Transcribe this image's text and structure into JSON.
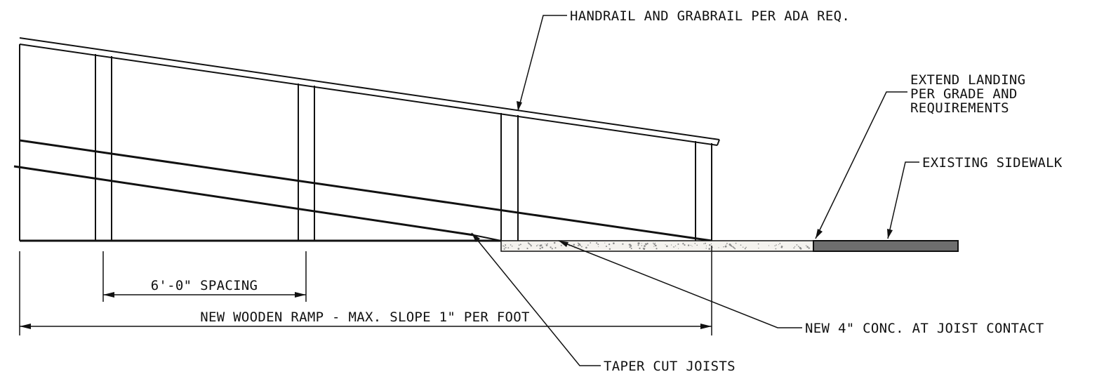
{
  "labels": {
    "handrail": "HANDRAIL AND GRABRAIL PER ADA REQ.",
    "landing_1": "EXTEND LANDING",
    "landing_2": "PER GRADE AND",
    "landing_3": "REQUIREMENTS",
    "sidewalk": "EXISTING SIDEWALK",
    "concrete": "NEW 4\" CONC. AT JOIST CONTACT",
    "joists": "TAPER CUT JOISTS",
    "spacing": "6'-0\" SPACING",
    "ramp": "NEW WOODEN RAMP - MAX. SLOPE 1\" PER FOOT"
  },
  "colors": {
    "line": "#111111",
    "sidewalk_fill": "#6e6e6e",
    "concrete_fill": "#f4f2ee",
    "aggregate": "#8a8a8a"
  }
}
